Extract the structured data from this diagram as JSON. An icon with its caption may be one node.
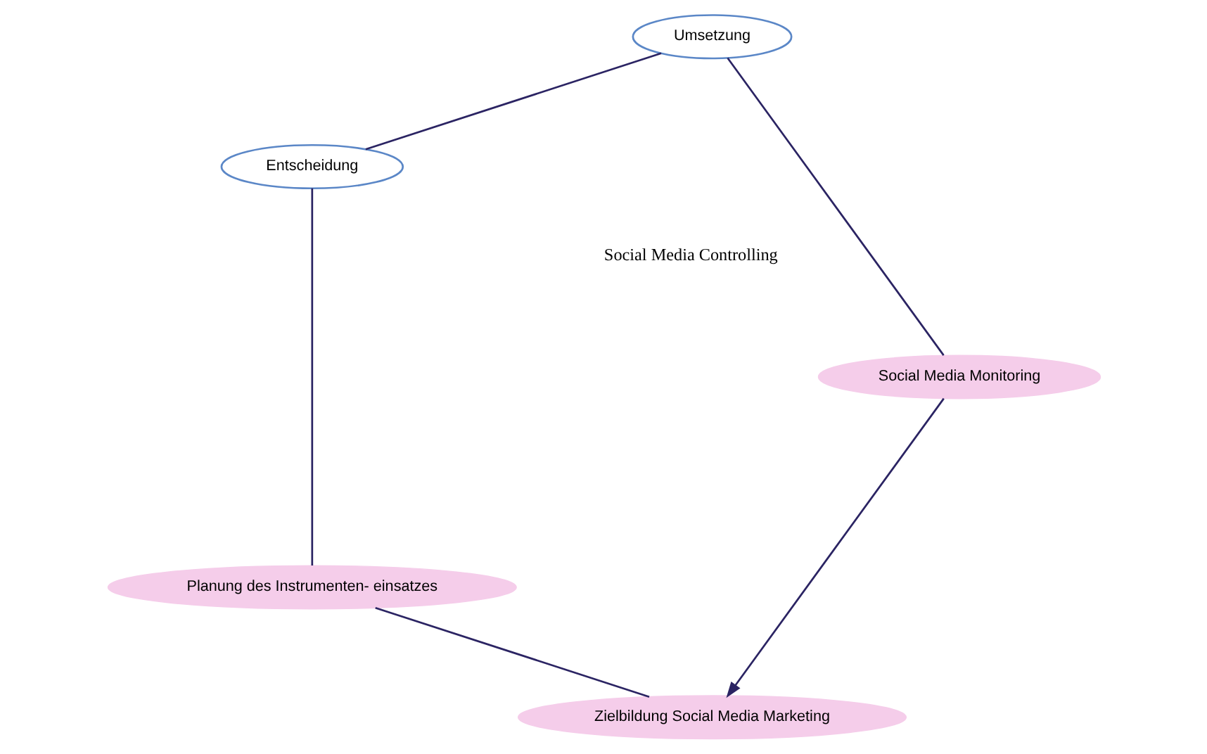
{
  "diagram": {
    "nodes": [
      {
        "text": [
          "Zielbildung Social Media Marketing"
        ]
      },
      {
        "text": [
          "Social Media Monitoring"
        ]
      },
      {
        "text": [
          "Planung des Instrumenten- einsatzes"
        ]
      },
      {
        "text": [
          "Umsetzung"
        ]
      },
      {
        "text": [
          "Entscheidung"
        ]
      }
    ],
    "edges": [
      {
        "from": 0,
        "to": 2,
        "arrow": "none"
      },
      {
        "from": 2,
        "to": 4,
        "arrow": "none"
      },
      {
        "from": 4,
        "to": 3,
        "arrow": "none"
      },
      {
        "from": 3,
        "to": 1,
        "arrow": "none"
      },
      {
        "from": 1,
        "to": 0,
        "arrow": "to"
      }
    ],
    "labels": [
      "Social Media Controlling"
    ]
  }
}
